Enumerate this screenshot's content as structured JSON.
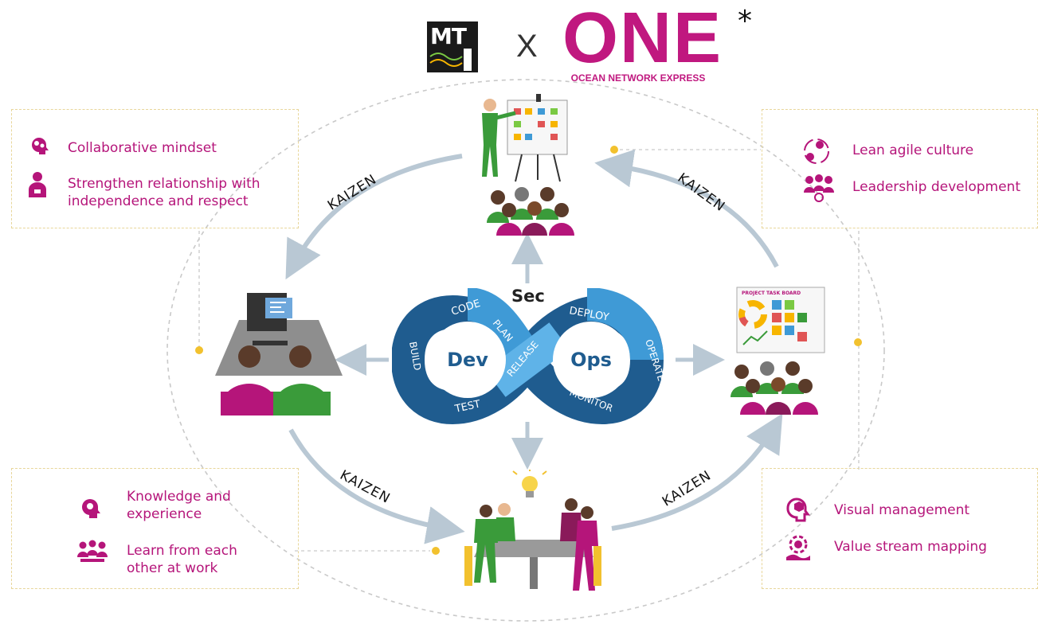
{
  "header": {
    "logo_left": "MT",
    "separator": "X",
    "logo_right": "ONE",
    "logo_right_subtitle": "OCEAN NETWORK EXPRESS",
    "asterisk": "*"
  },
  "cycle_labels": [
    "KAIZEN",
    "KAIZEN",
    "KAIZEN",
    "KAIZEN"
  ],
  "devops": {
    "sec": "Sec",
    "dev": "Dev",
    "ops": "Ops",
    "steps": [
      "CODE",
      "PLAN",
      "BUILD",
      "TEST",
      "RELEASE",
      "DEPLOY",
      "OPERATE",
      "MONITOR"
    ]
  },
  "board_title": "PROJECT TASK BOARD",
  "panels": {
    "top_left": [
      {
        "icon": "brain-gears-icon",
        "text": "Collaborative mindset"
      },
      {
        "icon": "person-icon",
        "text": "Strengthen relationship with independence and respect"
      }
    ],
    "top_right": [
      {
        "icon": "cycle-people-icon",
        "text": "Lean agile culture"
      },
      {
        "icon": "team-gear-icon",
        "text": "Leadership development"
      }
    ],
    "bottom_left": [
      {
        "icon": "idea-head-icon",
        "text": "Knowledge and experience"
      },
      {
        "icon": "group-learning-icon",
        "text": "Learn from each other at work"
      }
    ],
    "bottom_right": [
      {
        "icon": "cube-head-icon",
        "text": "Visual management"
      },
      {
        "icon": "gear-hand-icon",
        "text": "Value stream mapping"
      }
    ]
  },
  "colors": {
    "accent_magenta": "#b5157a",
    "green": "#3a9b3a",
    "devops_dark_blue": "#1f5c8f",
    "devops_light_blue": "#3f9ad6",
    "arrow_gray": "#b9c8d4",
    "dashed_outline": "#e8d69a",
    "dot_yellow": "#f2c12e"
  }
}
